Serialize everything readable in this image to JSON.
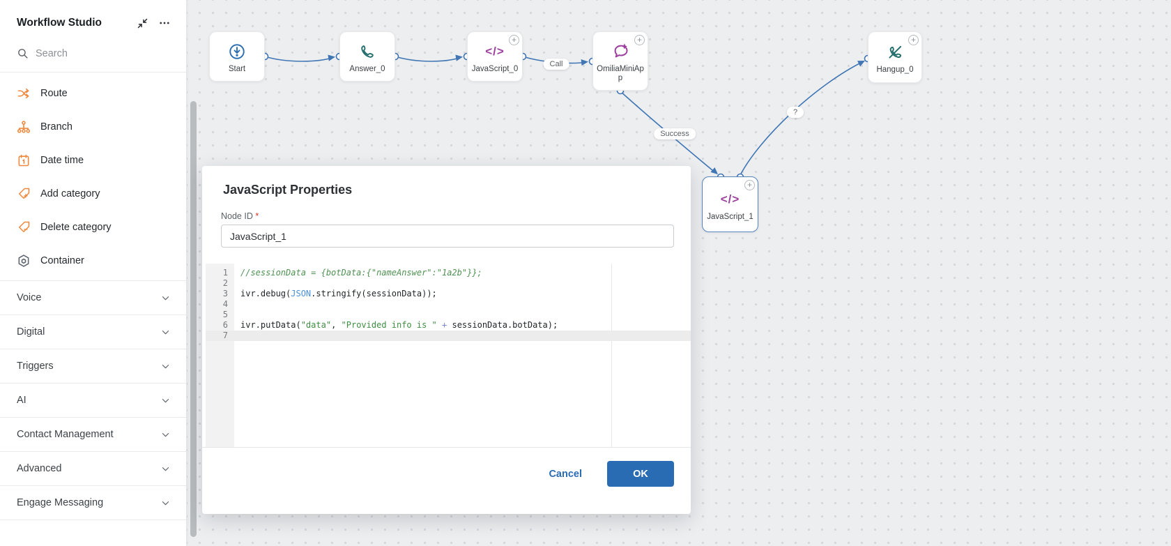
{
  "sidebar": {
    "title": "Workflow Studio",
    "search_placeholder": "Search",
    "items": [
      {
        "label": "Route",
        "icon": "route-icon",
        "color": "orange"
      },
      {
        "label": "Branch",
        "icon": "branch-icon",
        "color": "orange"
      },
      {
        "label": "Date time",
        "icon": "date-time-icon",
        "color": "orange"
      },
      {
        "label": "Add category",
        "icon": "add-category-icon",
        "color": "orange"
      },
      {
        "label": "Delete category",
        "icon": "delete-category-icon",
        "color": "orange"
      },
      {
        "label": "Container",
        "icon": "container-icon",
        "color": "gray"
      }
    ],
    "sections": [
      {
        "label": "Voice"
      },
      {
        "label": "Digital"
      },
      {
        "label": "Triggers"
      },
      {
        "label": "AI"
      },
      {
        "label": "Contact Management"
      },
      {
        "label": "Advanced"
      },
      {
        "label": "Engage Messaging"
      }
    ]
  },
  "canvas": {
    "nodes": [
      {
        "id": "start",
        "label": "Start",
        "icon": "start-icon",
        "plus": false,
        "selected": false
      },
      {
        "id": "answer0",
        "label": "Answer_0",
        "icon": "phone-icon",
        "plus": false,
        "selected": false
      },
      {
        "id": "js0",
        "label": "JavaScript_0",
        "icon": "code-icon",
        "plus": true,
        "selected": false
      },
      {
        "id": "omilia",
        "label": "OmiliaMiniApp",
        "icon": "chat-sparkle-icon",
        "plus": true,
        "selected": false
      },
      {
        "id": "hangup0",
        "label": "Hangup_0",
        "icon": "hangup-icon",
        "plus": true,
        "selected": false
      },
      {
        "id": "js1",
        "label": "JavaScript_1",
        "icon": "code-icon",
        "plus": true,
        "selected": true
      }
    ],
    "edges": [
      {
        "from": "start",
        "to": "answer0",
        "label": ""
      },
      {
        "from": "answer0",
        "to": "js0",
        "label": ""
      },
      {
        "from": "js0",
        "to": "omilia",
        "label": "Call"
      },
      {
        "from": "omilia",
        "to": "js1",
        "label": "Success"
      },
      {
        "from": "js1",
        "to": "hangup0",
        "label": "?"
      }
    ]
  },
  "modal": {
    "title": "JavaScript Properties",
    "node_id": {
      "label": "Node ID",
      "required_marker": "*",
      "value": "JavaScript_1"
    },
    "editor": {
      "lines": [
        {
          "num": "1",
          "active": false,
          "tokens": [
            {
              "t": "//sessionData = {botData:{\"nameAnswer\":\"1a2b\"}};",
              "c": "cm-comment"
            }
          ]
        },
        {
          "num": "2",
          "active": false,
          "tokens": []
        },
        {
          "num": "3",
          "active": false,
          "tokens": [
            {
              "t": "ivr.debug(",
              "c": ""
            },
            {
              "t": "JSON",
              "c": "cm-builtin"
            },
            {
              "t": ".stringify(sessionData));",
              "c": ""
            }
          ]
        },
        {
          "num": "4",
          "active": false,
          "tokens": []
        },
        {
          "num": "5",
          "active": false,
          "tokens": []
        },
        {
          "num": "6",
          "active": false,
          "tokens": [
            {
              "t": "ivr.putData(",
              "c": ""
            },
            {
              "t": "\"data\"",
              "c": "cm-string"
            },
            {
              "t": ", ",
              "c": ""
            },
            {
              "t": "\"Provided info is \"",
              "c": "cm-string"
            },
            {
              "t": " + ",
              "c": "cm-op"
            },
            {
              "t": "sessionData.botData);",
              "c": ""
            }
          ]
        },
        {
          "num": "7",
          "active": true,
          "tokens": []
        }
      ]
    },
    "cancel_label": "Cancel",
    "ok_label": "OK"
  },
  "colors": {
    "accent_blue": "#2a6cb3",
    "edge_blue": "#4076b4",
    "icon_orange": "#ee8a3f",
    "node_purple": "#9c3f9e",
    "node_teal": "#256e6e",
    "required_red": "#d93025"
  }
}
